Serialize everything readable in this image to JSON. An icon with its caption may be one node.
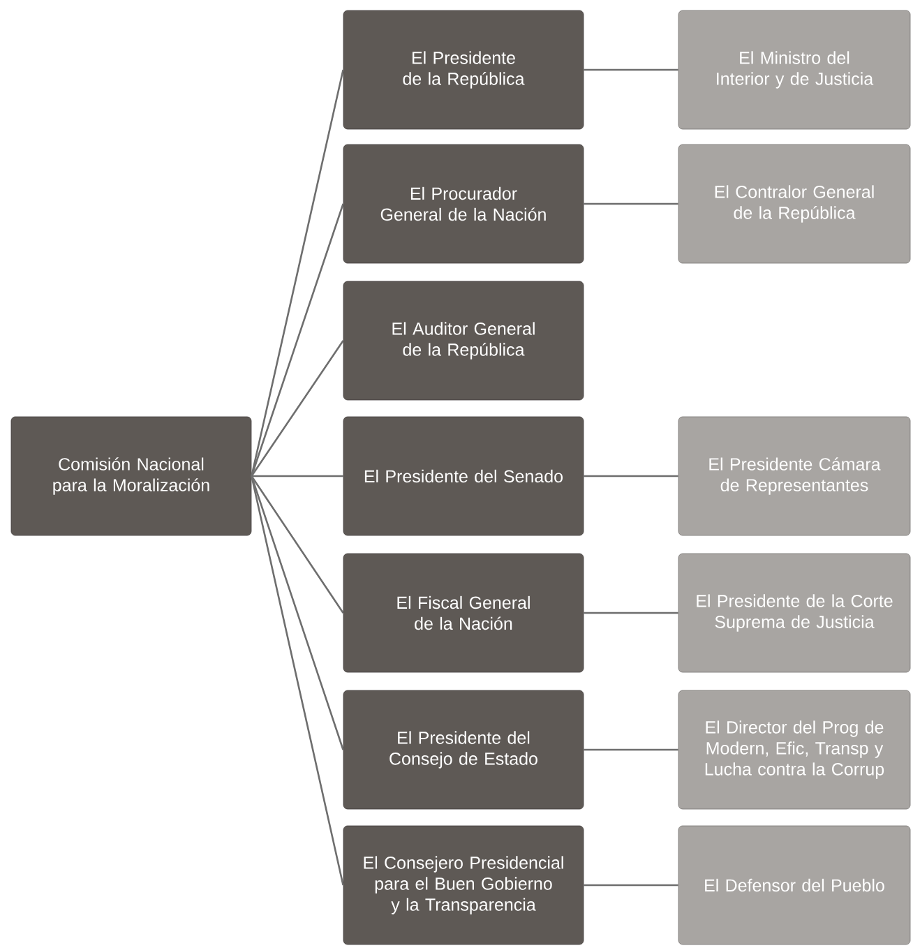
{
  "diagram": {
    "nodes": [
      {
        "text": [
          "Comisión Nacional para la Moralización"
        ]
      },
      {
        "text": [
          "El Presidente de la República"
        ]
      },
      {
        "text": [
          "El Ministro del Interior y de Justicia"
        ]
      },
      {
        "text": [
          "El Procurador General de la Nación"
        ]
      },
      {
        "text": [
          "El Contralor General de la República"
        ]
      },
      {
        "text": [
          "El Auditor General de la República"
        ]
      },
      {
        "text": [
          "El Presidente del Senado"
        ]
      },
      {
        "text": [
          "El Presidente Cámara de Representantes"
        ]
      },
      {
        "text": [
          "El Fiscal General de la Nación"
        ]
      },
      {
        "text": [
          "El Presidente de la Corte Suprema de Justicia"
        ]
      },
      {
        "text": [
          "El Presidente del Consejo de Estado"
        ]
      },
      {
        "text": [
          "El Director del Prog de Modern, Efic, Transp y Lucha contra la Corrup"
        ]
      },
      {
        "text": [
          "El Consejero Presidencial para el Buen Gobierno y la Transparencia"
        ]
      },
      {
        "text": [
          "El Defensor del Pueblo"
        ]
      }
    ],
    "edges": [
      {
        "from": 0,
        "to": 1,
        "arrow": "none"
      },
      {
        "from": 0,
        "to": 3,
        "arrow": "none"
      },
      {
        "from": 0,
        "to": 5,
        "arrow": "none"
      },
      {
        "from": 0,
        "to": 6,
        "arrow": "none"
      },
      {
        "from": 0,
        "to": 8,
        "arrow": "none"
      },
      {
        "from": 0,
        "to": 10,
        "arrow": "none"
      },
      {
        "from": 0,
        "to": 12,
        "arrow": "none"
      },
      {
        "from": 1,
        "to": 2,
        "arrow": "none"
      },
      {
        "from": 3,
        "to": 4,
        "arrow": "none"
      },
      {
        "from": 6,
        "to": 7,
        "arrow": "none"
      },
      {
        "from": 8,
        "to": 9,
        "arrow": "none"
      },
      {
        "from": 10,
        "to": 11,
        "arrow": "none"
      },
      {
        "from": 12,
        "to": 13,
        "arrow": "none"
      }
    ]
  }
}
